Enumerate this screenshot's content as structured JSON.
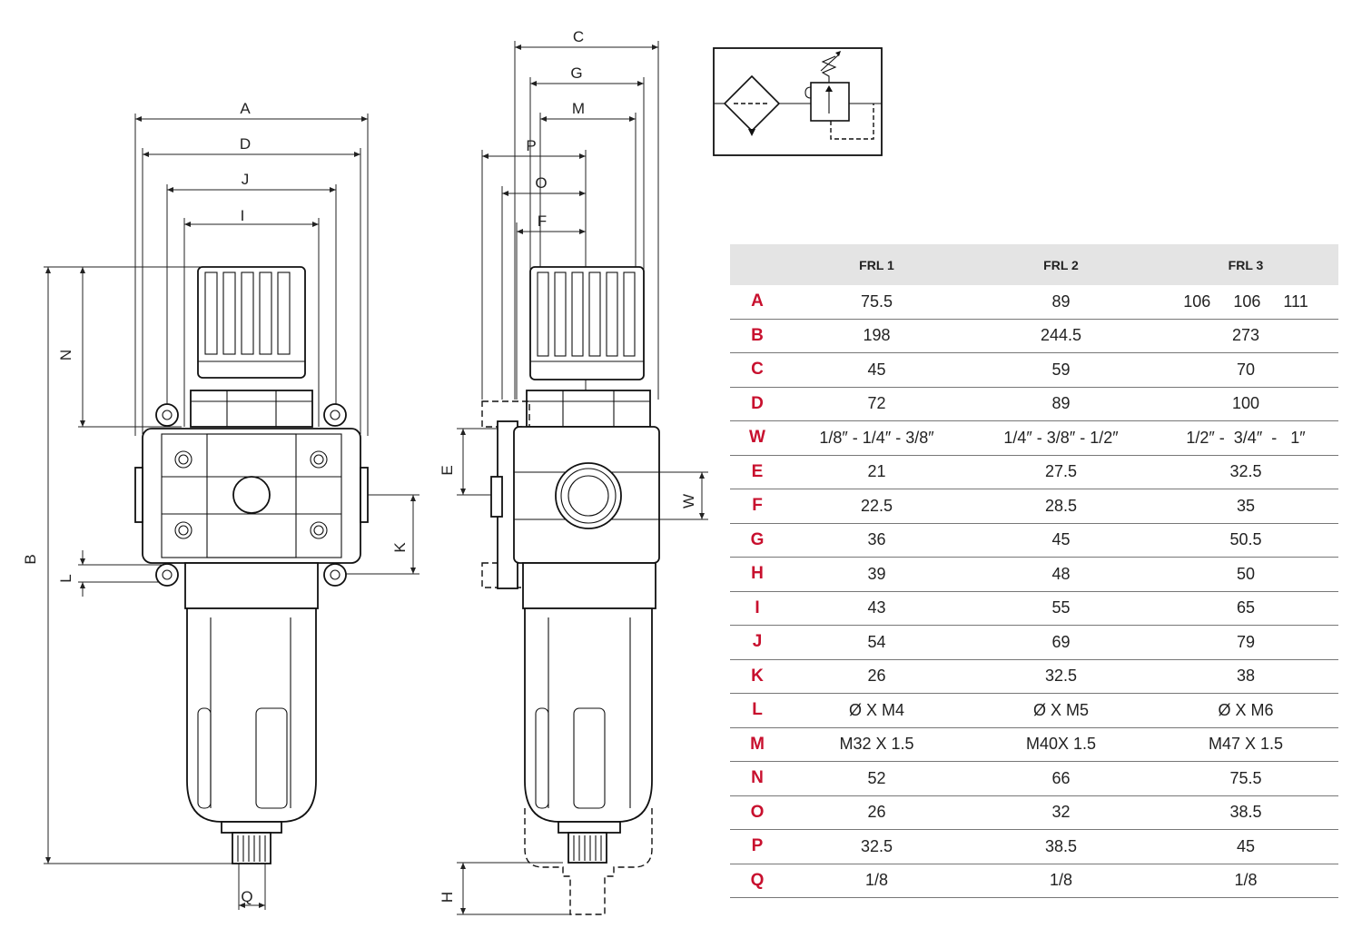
{
  "dimension_labels": {
    "front": [
      "A",
      "D",
      "J",
      "I",
      "N",
      "B",
      "K",
      "L",
      "Q"
    ],
    "side": [
      "C",
      "G",
      "M",
      "P",
      "O",
      "F",
      "E",
      "W",
      "H"
    ]
  },
  "table": {
    "headers": [
      "",
      "FRL 1",
      "FRL 2",
      "FRL 3"
    ],
    "rows": [
      {
        "key": "A",
        "v1": "75.5",
        "v2": "89",
        "v3": "106     106     111"
      },
      {
        "key": "B",
        "v1": "198",
        "v2": "244.5",
        "v3": "273"
      },
      {
        "key": "C",
        "v1": "45",
        "v2": "59",
        "v3": "70"
      },
      {
        "key": "D",
        "v1": "72",
        "v2": "89",
        "v3": "100"
      },
      {
        "key": "W",
        "v1": "1/8″ - 1/4″ - 3/8″",
        "v2": "1/4″ - 3/8″ - 1/2″",
        "v3": "1/2″ -  3/4″  -   1″"
      },
      {
        "key": "E",
        "v1": "21",
        "v2": "27.5",
        "v3": "32.5"
      },
      {
        "key": "F",
        "v1": "22.5",
        "v2": "28.5",
        "v3": "35"
      },
      {
        "key": "G",
        "v1": "36",
        "v2": "45",
        "v3": "50.5"
      },
      {
        "key": "H",
        "v1": "39",
        "v2": "48",
        "v3": "50"
      },
      {
        "key": "I",
        "v1": "43",
        "v2": "55",
        "v3": "65"
      },
      {
        "key": "J",
        "v1": "54",
        "v2": "69",
        "v3": "79"
      },
      {
        "key": "K",
        "v1": "26",
        "v2": "32.5",
        "v3": "38"
      },
      {
        "key": "L",
        "v1": "Ø X M4",
        "v2": "Ø X M5",
        "v3": "Ø X M6"
      },
      {
        "key": "M",
        "v1": "M32 X 1.5",
        "v2": "M40X 1.5",
        "v3": "M47 X 1.5"
      },
      {
        "key": "N",
        "v1": "52",
        "v2": "66",
        "v3": "75.5"
      },
      {
        "key": "O",
        "v1": "26",
        "v2": "32",
        "v3": "38.5"
      },
      {
        "key": "P",
        "v1": "32.5",
        "v2": "38.5",
        "v3": "45"
      },
      {
        "key": "Q",
        "v1": "1/8",
        "v2": "1/8",
        "v3": "1/8"
      }
    ]
  },
  "colors": {
    "key_letter": "#c8102e",
    "header_bg": "#e4e4e4",
    "line": "#222222"
  }
}
